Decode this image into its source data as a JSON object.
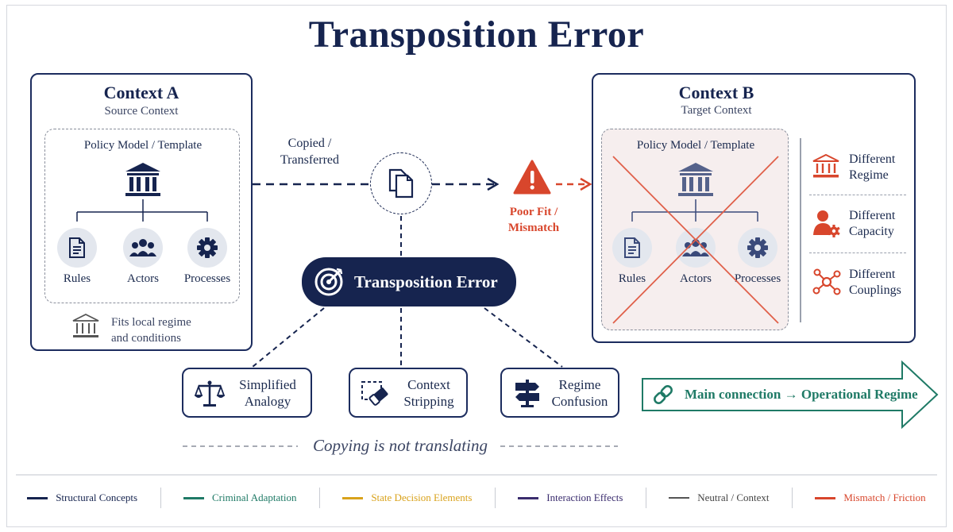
{
  "title": "Transposition Error",
  "context_a": {
    "title": "Context A",
    "subtitle": "Source Context",
    "template_label": "Policy Model / Template",
    "items": [
      "Rules",
      "Actors",
      "Processes"
    ],
    "footer_line1": "Fits local regime",
    "footer_line2": "and conditions"
  },
  "transfer": {
    "line1": "Copied /",
    "line2": "Transferred"
  },
  "mismatch": {
    "line1": "Poor Fit /",
    "line2": "Mismatch"
  },
  "context_b": {
    "title": "Context B",
    "subtitle": "Target Context",
    "template_label": "Policy Model / Template",
    "items": [
      "Rules",
      "Actors",
      "Processes"
    ],
    "differences": [
      {
        "line1": "Different",
        "line2": "Regime",
        "icon": "bank-icon"
      },
      {
        "line1": "Different",
        "line2": "Capacity",
        "icon": "person-gear-icon"
      },
      {
        "line1": "Different",
        "line2": "Couplings",
        "icon": "network-icon"
      }
    ]
  },
  "central": {
    "label": "Transposition Error",
    "icon": "target-icon"
  },
  "errors": [
    {
      "line1": "Simplified",
      "line2": "Analogy",
      "icon": "scales-icon"
    },
    {
      "line1": "Context",
      "line2": "Stripping",
      "icon": "eraser-icon"
    },
    {
      "line1": "Regime",
      "line2": "Confusion",
      "icon": "signpost-icon"
    }
  ],
  "main_connection": {
    "label": "Main connection → Operational Regime",
    "icon": "link-icon"
  },
  "tagline": "Copying is not translating",
  "legend": [
    {
      "label": "Structural Concepts",
      "color": "#16244f"
    },
    {
      "label": "Criminal Adaptation",
      "color": "#1f7a66"
    },
    {
      "label": "State Decision Elements",
      "color": "#d9a21b"
    },
    {
      "label": "Interaction Effects",
      "color": "#3a2c6e"
    },
    {
      "label": "Neutral / Context",
      "color": "#555555"
    },
    {
      "label": "Mismatch / Friction",
      "color": "#d8462c"
    }
  ],
  "colors": {
    "navy": "#16244f",
    "red": "#d8462c",
    "green": "#1f7a66"
  }
}
